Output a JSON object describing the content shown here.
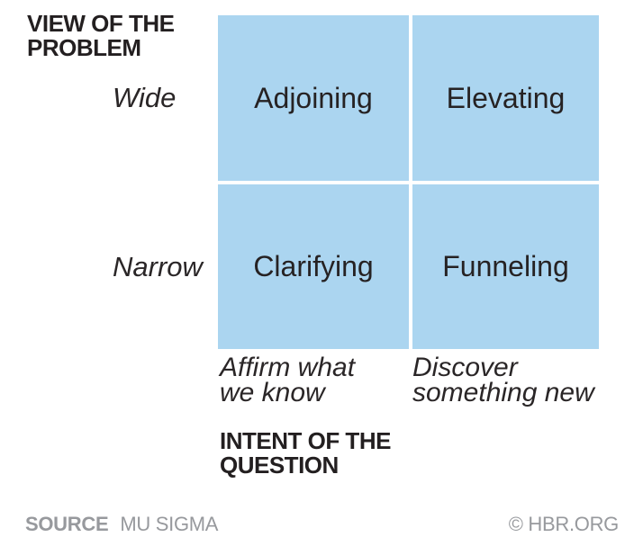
{
  "figure": {
    "y_axis": {
      "title": "VIEW OF THE PROBLEM",
      "labels": [
        "Wide",
        "Narrow"
      ]
    },
    "x_axis": {
      "title": "INTENT OF THE QUESTION",
      "labels": [
        "Affirm what we know",
        "Discover something new"
      ]
    },
    "quadrants": [
      {
        "row": "Wide",
        "col": "Affirm what we know",
        "label": "Adjoining"
      },
      {
        "row": "Wide",
        "col": "Discover something new",
        "label": "Elevating"
      },
      {
        "row": "Narrow",
        "col": "Affirm what we know",
        "label": "Clarifying"
      },
      {
        "row": "Narrow",
        "col": "Discover something new",
        "label": "Funneling"
      }
    ],
    "colors": {
      "quadrant_fill": "#abd5f0",
      "text_dark": "#231f20",
      "footer_gray": "#97999d"
    }
  },
  "footer": {
    "source_label": "SOURCE",
    "source_value": "MU SIGMA",
    "credit": "© HBR.ORG"
  }
}
